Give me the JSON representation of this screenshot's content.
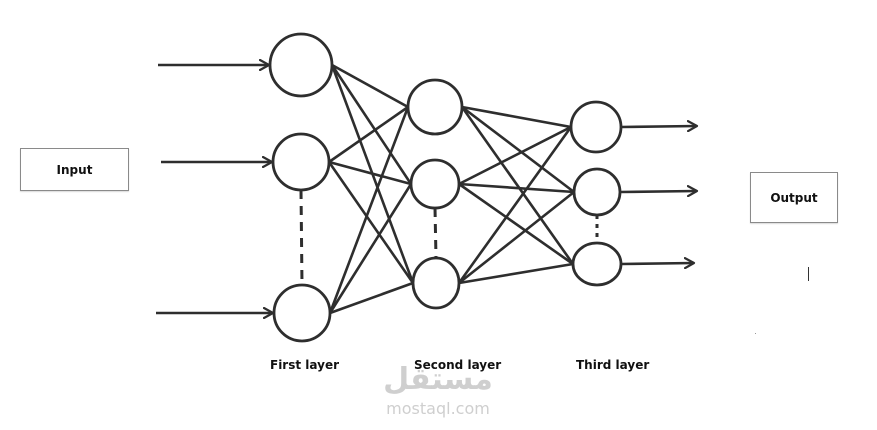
{
  "diagram": {
    "title": "Neural network with three layers",
    "input_label": "Input",
    "output_label": "Output",
    "layers": [
      {
        "name": "First layer",
        "nodes": 3,
        "ellipsis_between": [
          1,
          2
        ]
      },
      {
        "name": "Second layer",
        "nodes": 3,
        "ellipsis_between": [
          1,
          2
        ]
      },
      {
        "name": "Third layer",
        "nodes": 3,
        "ellipsis_between": [
          1,
          2
        ]
      }
    ],
    "connections": "fully-connected between consecutive layers",
    "input_arrows": 3,
    "output_arrows": 3,
    "colors": {
      "stroke": "#2e2e2e",
      "box_border": "#8a8a8a",
      "watermark": "#cfcfcf",
      "background": "#ffffff"
    }
  },
  "watermark": {
    "arabic": "مستقل",
    "domain": "mostaql.com"
  }
}
